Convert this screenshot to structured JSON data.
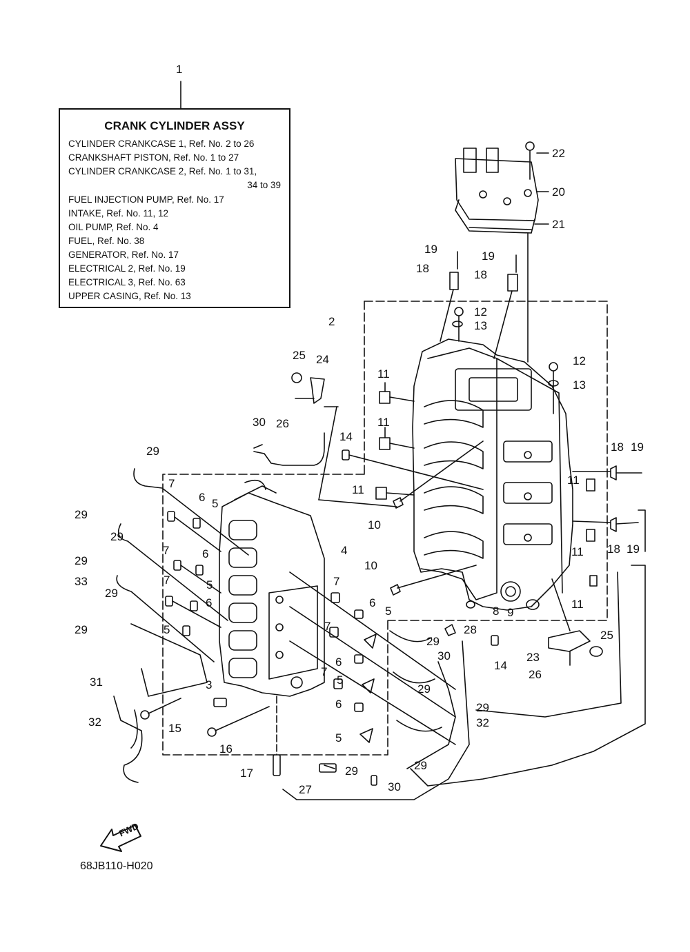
{
  "legend": {
    "ref_number": "1",
    "title": "CRANK CYLINDER ASSY",
    "lines": [
      "CYLINDER CRANKCASE 1,  Ref. No. 2 to 26",
      "CRANKSHAFT PISTON,  Ref. No. 1 to 27",
      "CYLINDER CRANKCASE 2,  Ref. No. 1 to 31,",
      "34 to 39",
      "FUEL INJECTION PUMP,  Ref. No. 17",
      "INTAKE,  Ref. No. 11, 12",
      "OIL PUMP,  Ref. No. 4",
      "FUEL,  Ref. No. 38",
      "GENERATOR,  Ref. No. 17",
      "ELECTRICAL 2,  Ref. No. 19",
      "ELECTRICAL 3,  Ref. No. 63",
      "UPPER CASING,  Ref. No. 13"
    ]
  },
  "callouts": [
    {
      "id": "c22",
      "text": "22"
    },
    {
      "id": "c20",
      "text": "20"
    },
    {
      "id": "c21",
      "text": "21"
    },
    {
      "id": "c19a",
      "text": "19"
    },
    {
      "id": "c19b",
      "text": "19"
    },
    {
      "id": "c18a",
      "text": "18"
    },
    {
      "id": "c18b",
      "text": "18"
    },
    {
      "id": "c12a",
      "text": "12"
    },
    {
      "id": "c13a",
      "text": "13"
    },
    {
      "id": "c12b",
      "text": "12"
    },
    {
      "id": "c13b",
      "text": "13"
    },
    {
      "id": "c2",
      "text": "2"
    },
    {
      "id": "c25a",
      "text": "25"
    },
    {
      "id": "c24",
      "text": "24"
    },
    {
      "id": "c26a",
      "text": "26"
    },
    {
      "id": "c11a",
      "text": "11"
    },
    {
      "id": "c11b",
      "text": "11"
    },
    {
      "id": "c30a",
      "text": "30"
    },
    {
      "id": "c14a",
      "text": "14"
    },
    {
      "id": "c29a",
      "text": "29"
    },
    {
      "id": "c18c",
      "text": "18"
    },
    {
      "id": "c19c",
      "text": "19"
    },
    {
      "id": "c7a",
      "text": "7"
    },
    {
      "id": "c6a",
      "text": "6"
    },
    {
      "id": "c5a",
      "text": "5"
    },
    {
      "id": "c11c",
      "text": "11"
    },
    {
      "id": "c11d",
      "text": "11"
    },
    {
      "id": "c29b",
      "text": "29"
    },
    {
      "id": "c29c",
      "text": "29"
    },
    {
      "id": "c10a",
      "text": "10"
    },
    {
      "id": "c6b",
      "text": "6"
    },
    {
      "id": "c7b",
      "text": "7"
    },
    {
      "id": "c18d",
      "text": "18"
    },
    {
      "id": "c19d",
      "text": "19"
    },
    {
      "id": "c29d",
      "text": "29"
    },
    {
      "id": "c4",
      "text": "4"
    },
    {
      "id": "c10b",
      "text": "10"
    },
    {
      "id": "c11e",
      "text": "11"
    },
    {
      "id": "c33",
      "text": "33"
    },
    {
      "id": "c7c",
      "text": "7"
    },
    {
      "id": "c5b",
      "text": "5"
    },
    {
      "id": "c29e",
      "text": "29"
    },
    {
      "id": "c7d",
      "text": "7"
    },
    {
      "id": "c6c",
      "text": "6"
    },
    {
      "id": "c6d",
      "text": "6"
    },
    {
      "id": "c11f",
      "text": "11"
    },
    {
      "id": "c8",
      "text": "8"
    },
    {
      "id": "c9",
      "text": "9"
    },
    {
      "id": "c5c",
      "text": "5"
    },
    {
      "id": "c29f",
      "text": "29"
    },
    {
      "id": "c5d",
      "text": "5"
    },
    {
      "id": "c7e",
      "text": "7"
    },
    {
      "id": "c28",
      "text": "28"
    },
    {
      "id": "c29g",
      "text": "29"
    },
    {
      "id": "c25b",
      "text": "25"
    },
    {
      "id": "c6e",
      "text": "6"
    },
    {
      "id": "c30b",
      "text": "30"
    },
    {
      "id": "c23",
      "text": "23"
    },
    {
      "id": "c14b",
      "text": "14"
    },
    {
      "id": "c31",
      "text": "31"
    },
    {
      "id": "c7f",
      "text": "7"
    },
    {
      "id": "c5e",
      "text": "5"
    },
    {
      "id": "c26b",
      "text": "26"
    },
    {
      "id": "c29h",
      "text": "29"
    },
    {
      "id": "c3",
      "text": "3"
    },
    {
      "id": "c6f",
      "text": "6"
    },
    {
      "id": "c29i",
      "text": "29"
    },
    {
      "id": "c32a",
      "text": "32"
    },
    {
      "id": "c15",
      "text": "15"
    },
    {
      "id": "c32b",
      "text": "32"
    },
    {
      "id": "c16",
      "text": "16"
    },
    {
      "id": "c5f",
      "text": "5"
    },
    {
      "id": "c29j",
      "text": "29"
    },
    {
      "id": "c17",
      "text": "17"
    },
    {
      "id": "c29k",
      "text": "29"
    },
    {
      "id": "c27",
      "text": "27"
    },
    {
      "id": "c30c",
      "text": "30"
    }
  ],
  "fwd_label": "FWD",
  "drawing_code": "68JB110-H020"
}
